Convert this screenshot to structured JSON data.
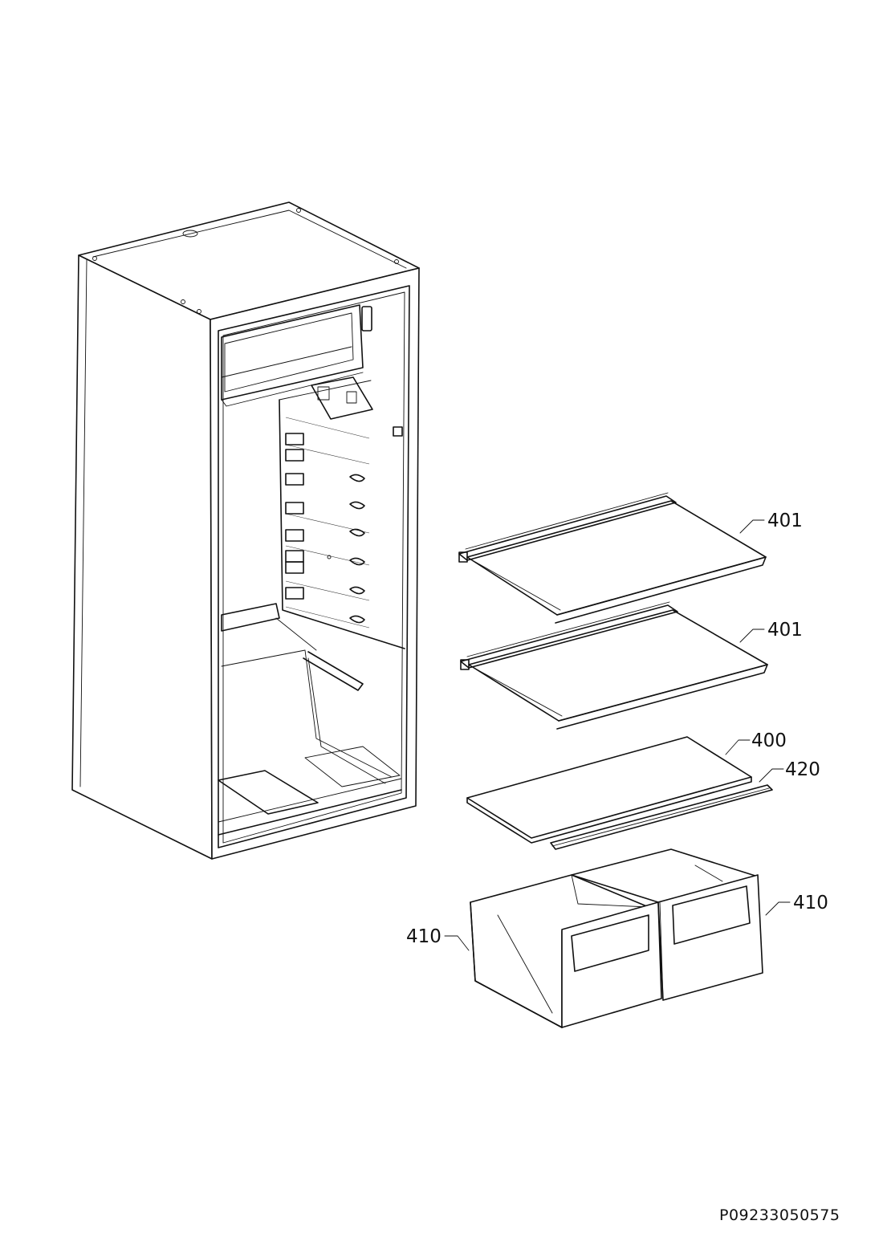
{
  "callouts": {
    "shelf_upper": "401",
    "shelf_lower": "401",
    "glass_plate": "400",
    "trim_strip": "420",
    "drawer_left": "410",
    "drawer_right": "410"
  },
  "drawing_code": "P09233050575"
}
